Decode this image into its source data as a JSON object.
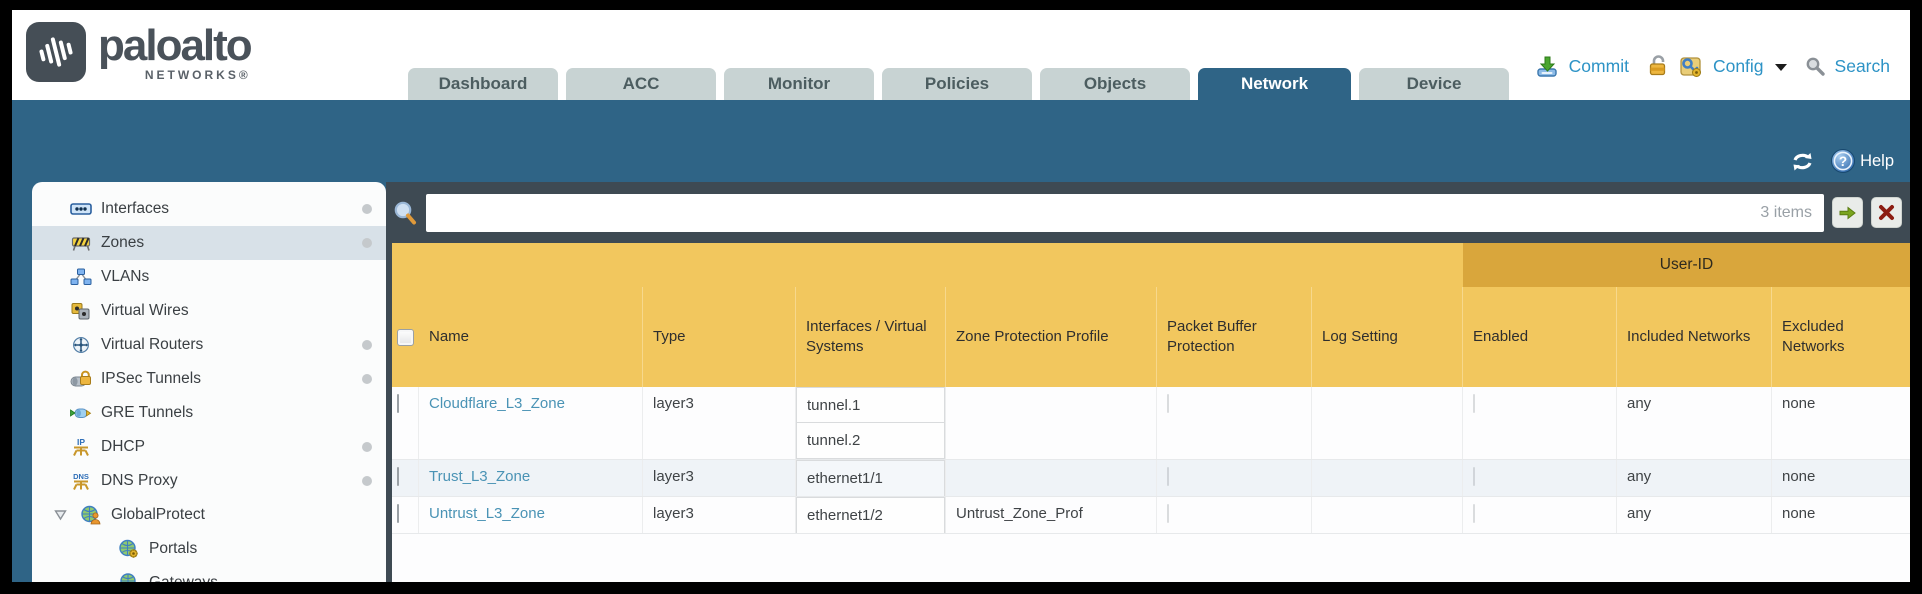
{
  "colors": {
    "accent_teal": "#2f6486",
    "filter_bar_slate": "#3e4a53",
    "table_header_gold": "#f2c75e",
    "userid_band_gold": "#d9a63c",
    "link_blue": "#4a93b5",
    "action_link_blue": "#2d93c6"
  },
  "header": {
    "logo": {
      "brand": "paloalto",
      "sub": "NETWORKS®"
    },
    "tabs": [
      {
        "label": "Dashboard",
        "active": false
      },
      {
        "label": "ACC",
        "active": false
      },
      {
        "label": "Monitor",
        "active": false
      },
      {
        "label": "Policies",
        "active": false
      },
      {
        "label": "Objects",
        "active": false
      },
      {
        "label": "Network",
        "active": true
      },
      {
        "label": "Device",
        "active": false
      }
    ],
    "actions": {
      "commit_label": "Commit",
      "config_label": "Config",
      "search_label": "Search"
    }
  },
  "toolbar": {
    "help_label": "Help"
  },
  "sidebar": {
    "items": [
      {
        "label": "Interfaces",
        "icon": "interfaces-icon",
        "has_status_dot": true,
        "selected": false
      },
      {
        "label": "Zones",
        "icon": "zones-icon",
        "has_status_dot": true,
        "selected": true
      },
      {
        "label": "VLANs",
        "icon": "vlans-icon",
        "has_status_dot": false,
        "selected": false
      },
      {
        "label": "Virtual Wires",
        "icon": "virtual-wires-icon",
        "has_status_dot": false,
        "selected": false
      },
      {
        "label": "Virtual Routers",
        "icon": "virtual-routers-icon",
        "has_status_dot": true,
        "selected": false
      },
      {
        "label": "IPSec Tunnels",
        "icon": "ipsec-tunnels-icon",
        "has_status_dot": true,
        "selected": false
      },
      {
        "label": "GRE Tunnels",
        "icon": "gre-tunnels-icon",
        "has_status_dot": false,
        "selected": false
      },
      {
        "label": "DHCP",
        "icon": "dhcp-icon",
        "has_status_dot": true,
        "selected": false
      },
      {
        "label": "DNS Proxy",
        "icon": "dns-proxy-icon",
        "has_status_dot": true,
        "selected": false
      },
      {
        "label": "GlobalProtect",
        "icon": "globalprotect-icon",
        "has_status_dot": false,
        "selected": false,
        "expanded": true
      },
      {
        "label": "Portals",
        "icon": "portals-icon",
        "has_status_dot": false,
        "selected": false,
        "child": true
      },
      {
        "label": "Gateways",
        "icon": "gateways-icon",
        "has_status_dot": false,
        "selected": false,
        "child": true
      }
    ]
  },
  "filter": {
    "value": "",
    "count_label": "3 items"
  },
  "table": {
    "group_header": "User-ID",
    "columns": [
      "Name",
      "Type",
      "Interfaces / Virtual Systems",
      "Zone Protection Profile",
      "Packet Buffer Protection",
      "Log Setting",
      "Enabled",
      "Included Networks",
      "Excluded Networks"
    ],
    "rows": [
      {
        "name": "Cloudflare_L3_Zone",
        "type": "layer3",
        "interfaces": [
          "tunnel.1",
          "tunnel.2"
        ],
        "zone_protection_profile": "",
        "log_setting": "",
        "included_networks": "any",
        "excluded_networks": "none"
      },
      {
        "name": "Trust_L3_Zone",
        "type": "layer3",
        "interfaces": [
          "ethernet1/1"
        ],
        "zone_protection_profile": "",
        "log_setting": "",
        "included_networks": "any",
        "excluded_networks": "none"
      },
      {
        "name": "Untrust_L3_Zone",
        "type": "layer3",
        "interfaces": [
          "ethernet1/2"
        ],
        "zone_protection_profile": "Untrust_Zone_Prof",
        "log_setting": "",
        "included_networks": "any",
        "excluded_networks": "none"
      }
    ]
  },
  "icons": {
    "commit-icon": "green down-arrow onto blue base",
    "lock-icon": "gold padlock",
    "config-icon": "folder with blue key and gold gear",
    "caret-down-icon": "black dropdown caret",
    "search-icon": "gray magnifier",
    "refresh-icon": "white circular arrows",
    "help-icon": "blue circle question mark",
    "filter-magnifier-icon": "magnifier with orange handle",
    "apply-filter-icon": "green right arrow",
    "clear-filter-icon": "dark red x"
  }
}
